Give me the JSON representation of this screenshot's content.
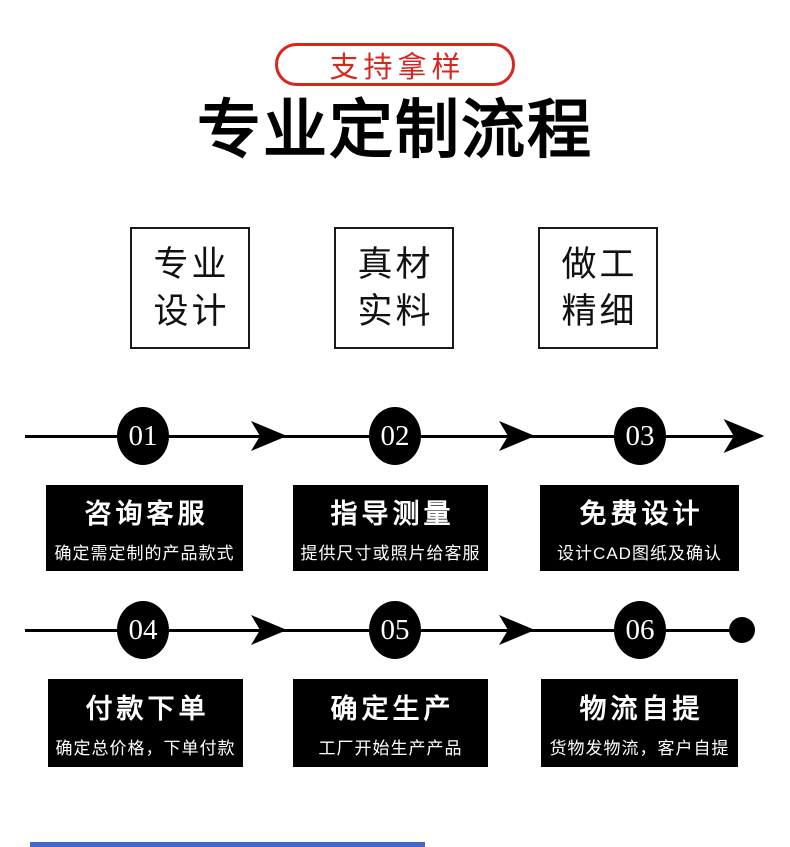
{
  "badge": {
    "label": "支持拿样"
  },
  "title": "专业定制流程",
  "features": [
    {
      "line1": "专业",
      "line2": "设计"
    },
    {
      "line1": "真材",
      "line2": "实料"
    },
    {
      "line1": "做工",
      "line2": "精细"
    }
  ],
  "steps": [
    {
      "num": "01",
      "title": "咨询客服",
      "desc": "确定需定制的产品款式"
    },
    {
      "num": "02",
      "title": "指导测量",
      "desc": "提供尺寸或照片给客服"
    },
    {
      "num": "03",
      "title": "免费设计",
      "desc": "设计CAD图纸及确认"
    },
    {
      "num": "04",
      "title": "付款下单",
      "desc": "确定总价格，下单付款"
    },
    {
      "num": "05",
      "title": "确定生产",
      "desc": "工厂开始生产产品"
    },
    {
      "num": "06",
      "title": "物流自提",
      "desc": "货物发物流，客户自提"
    }
  ],
  "colors": {
    "accent_red": "#d9251d",
    "step_black": "#000000",
    "text_white": "#ffffff",
    "bottom_bar_blue": "#4169c9"
  }
}
